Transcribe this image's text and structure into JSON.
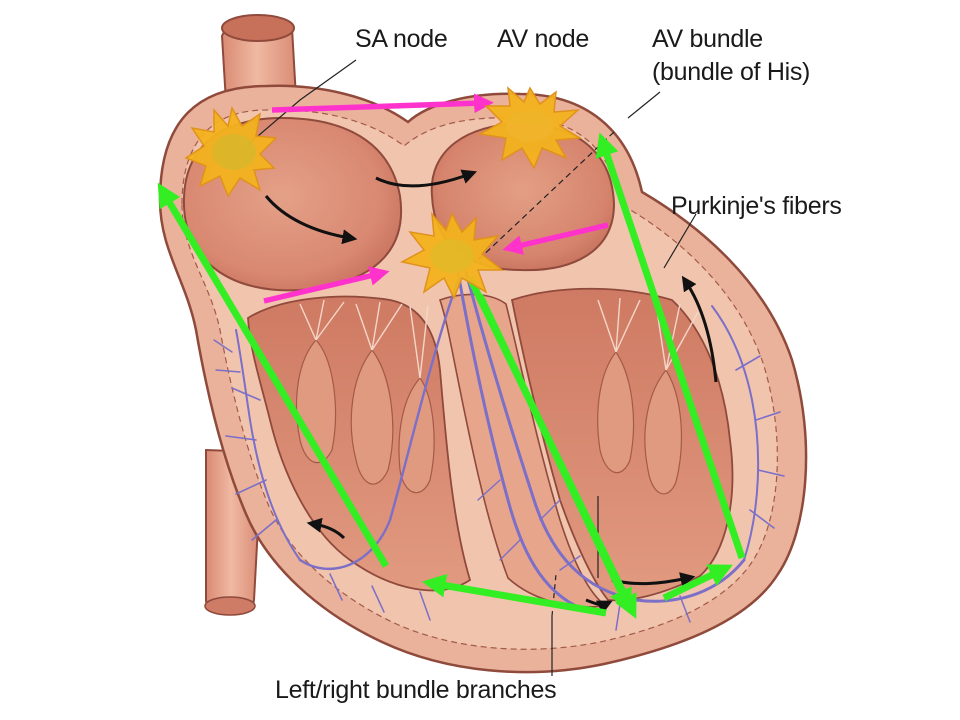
{
  "labels": {
    "sa_node": "SA node",
    "av_node": "AV node",
    "av_bundle": "AV bundle",
    "bundle_of_his": "(bundle of His)",
    "purkinje_fibers": "Purkinje's fibers",
    "bundle_branches": "Left/right bundle branches"
  },
  "colors": {
    "tissue_outer": "#eab29a",
    "tissue_wall": "#f1c4ae",
    "chamber_interior": "#d98872",
    "muscle_shade": "#c56c58",
    "outline": "#8f4a3c",
    "purkinje_fibers": "#7b6fc8",
    "node_burst": "#f2b21e",
    "node_core": "#d9b62a",
    "signal_arrow_magenta": "#ff33cc",
    "conduction_arrow_green": "#33ee22",
    "flow_arrow": "#111111"
  },
  "icons": {
    "node_marker": "starburst",
    "flow_marker": "curved-arrow"
  }
}
